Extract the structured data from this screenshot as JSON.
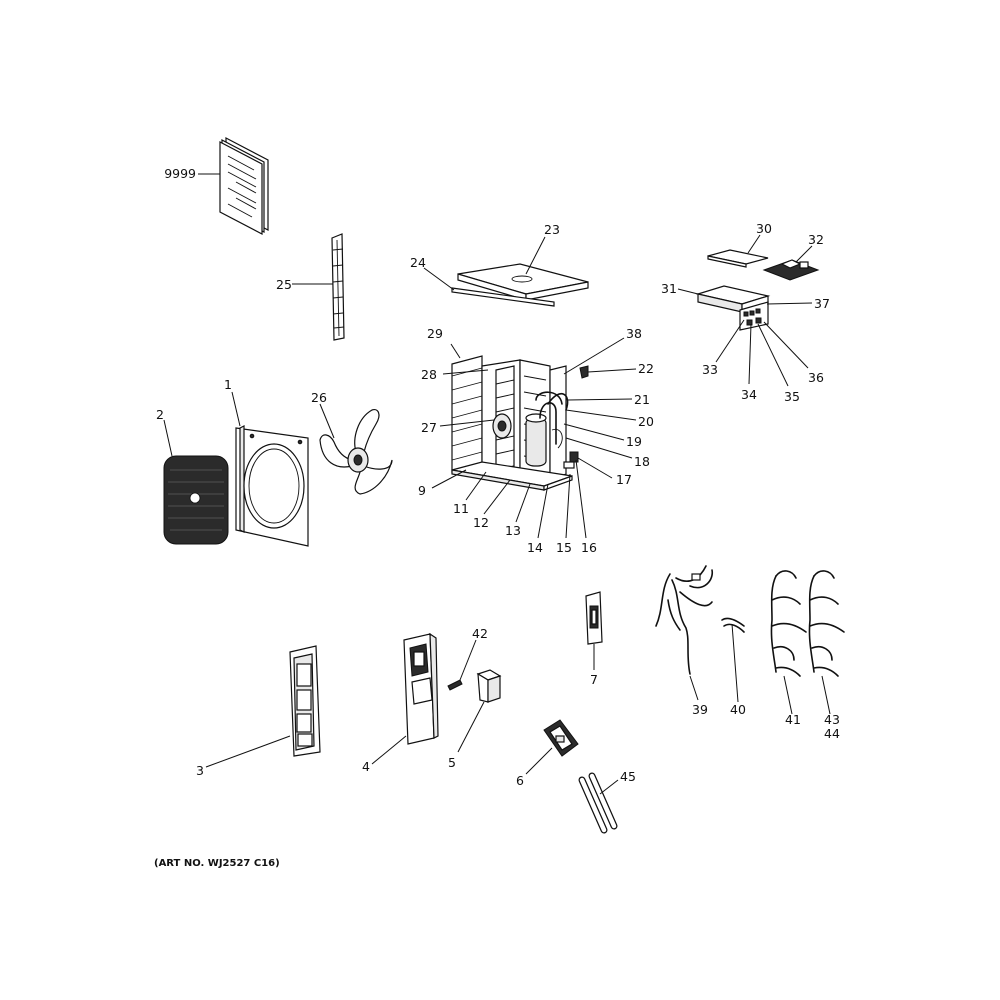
{
  "art_number": "(ART NO. WJ2527 C16)",
  "callouts": {
    "p1": "1",
    "p2": "2",
    "p3": "3",
    "p4": "4",
    "p5": "5",
    "p6": "6",
    "p7": "7",
    "p9": "9",
    "p11": "11",
    "p12": "12",
    "p13": "13",
    "p14": "14",
    "p15": "15",
    "p16": "16",
    "p17": "17",
    "p18": "18",
    "p19": "19",
    "p20": "20",
    "p21": "21",
    "p22": "22",
    "p23": "23",
    "p24": "24",
    "p25": "25",
    "p26": "26",
    "p27": "27",
    "p28": "28",
    "p29": "29",
    "p30": "30",
    "p31": "31",
    "p32": "32",
    "p33": "33",
    "p34": "34",
    "p35": "35",
    "p36": "36",
    "p37": "37",
    "p38": "38",
    "p39": "39",
    "p40": "40",
    "p41": "41",
    "p42": "42",
    "p43": "43",
    "p44": "44",
    "p45": "45",
    "p9999": "9999"
  }
}
